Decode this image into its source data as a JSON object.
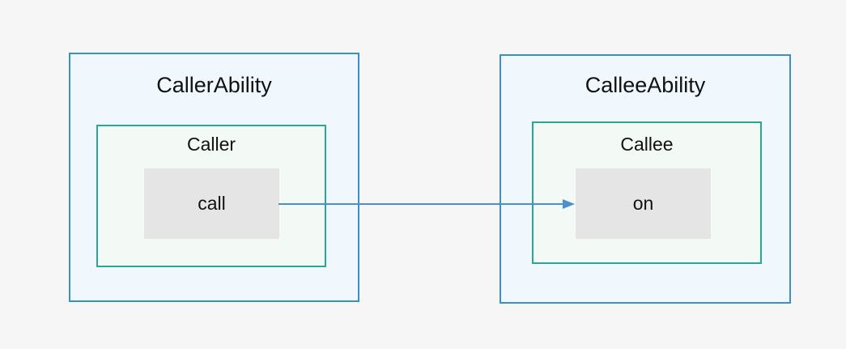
{
  "caller_ability": {
    "title": "CallerAbility",
    "role": {
      "title": "Caller",
      "method": "call"
    }
  },
  "callee_ability": {
    "title": "CalleeAbility",
    "role": {
      "title": "Callee",
      "method": "on"
    }
  },
  "colors": {
    "background": "#f6f6f6",
    "ability_border": "#3a8fc4",
    "ability_fill": "#f0f8fd",
    "role_border": "#2aa793",
    "role_fill": "#f3f9f4",
    "method_fill": "#e5e5e5",
    "arrow": "#4a8fd0"
  }
}
